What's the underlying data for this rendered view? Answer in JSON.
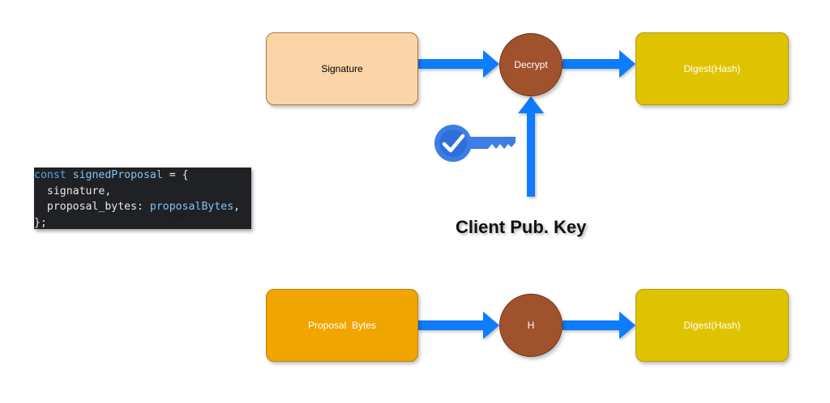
{
  "nodes": {
    "signature": {
      "label": "Signature",
      "color": "#fbd5a7"
    },
    "decrypt": {
      "label": "Decrypt",
      "color": "#a0522d"
    },
    "digest_top": {
      "label": "Digest(Hash)",
      "color": "#e0c300"
    },
    "proposal_bytes": {
      "label": "Proposal  Bytes",
      "color": "#f0a500"
    },
    "hash": {
      "label": "H",
      "color": "#a0522d"
    },
    "digest_bottom": {
      "label": "Digest(Hash)",
      "color": "#e0c300"
    }
  },
  "key_label": "Client Pub. Key",
  "key_icon": "key-check-icon",
  "arrow_color": "#0a7cff",
  "code": {
    "lines": [
      [
        "kw:const",
        " ",
        "id:signedProposal",
        " = {"
      ],
      [
        "  signature,"
      ],
      [
        "  proposal_bytes: ",
        "id:proposalBytes",
        ","
      ],
      [
        "};"
      ]
    ],
    "overlay_text": "Text"
  }
}
